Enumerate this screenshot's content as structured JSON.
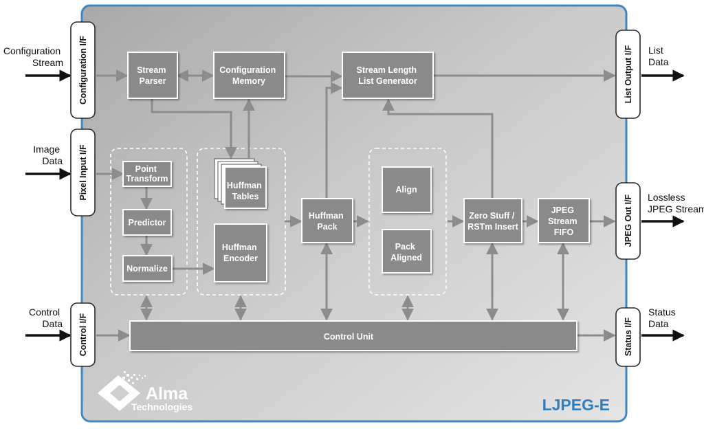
{
  "external": {
    "config_stream": [
      "Configuration",
      "Stream"
    ],
    "image_data": [
      "Image",
      "Data"
    ],
    "control_data": [
      "Control",
      "Data"
    ],
    "list_data": [
      "List",
      "Data"
    ],
    "lossless_stream": [
      "Lossless",
      "JPEG Stream"
    ],
    "status_data": [
      "Status",
      "Data"
    ]
  },
  "interfaces": {
    "configuration": "Configuration I/F",
    "pixel_input": "Pixel Input I/F",
    "control": "Control I/F",
    "list_output": "List Output I/F",
    "jpeg_out": "JPEG Out I/F",
    "status": "Status I/F"
  },
  "blocks": {
    "stream_parser": [
      "Stream",
      "Parser"
    ],
    "config_memory": [
      "Configuration",
      "Memory"
    ],
    "stream_length": [
      "Stream Length",
      "List Generator"
    ],
    "point_transform": [
      "Point",
      "Transform"
    ],
    "predictor": [
      "Predictor"
    ],
    "normalize": [
      "Normalize"
    ],
    "huffman_tables": [
      "Huffman",
      "Tables"
    ],
    "huffman_encoder": [
      "Huffman",
      "Encoder"
    ],
    "huffman_pack": [
      "Huffman",
      "Pack"
    ],
    "align": [
      "Align"
    ],
    "pack_aligned": [
      "Pack",
      "Aligned"
    ],
    "zero_stuff": [
      "Zero Stuff /",
      "RSTm Insert"
    ],
    "jpeg_fifo": [
      "JPEG",
      "Stream",
      "FIFO"
    ],
    "control_unit": [
      "Control Unit"
    ]
  },
  "logo": {
    "name": "Alma",
    "sub": "Technologies"
  },
  "core_name": "LJPEG-E",
  "colors": {
    "frame": "#3f86c4",
    "block": "#8a8a8a",
    "arrow": "#8c8c8c",
    "title": "#2f7ec0"
  }
}
